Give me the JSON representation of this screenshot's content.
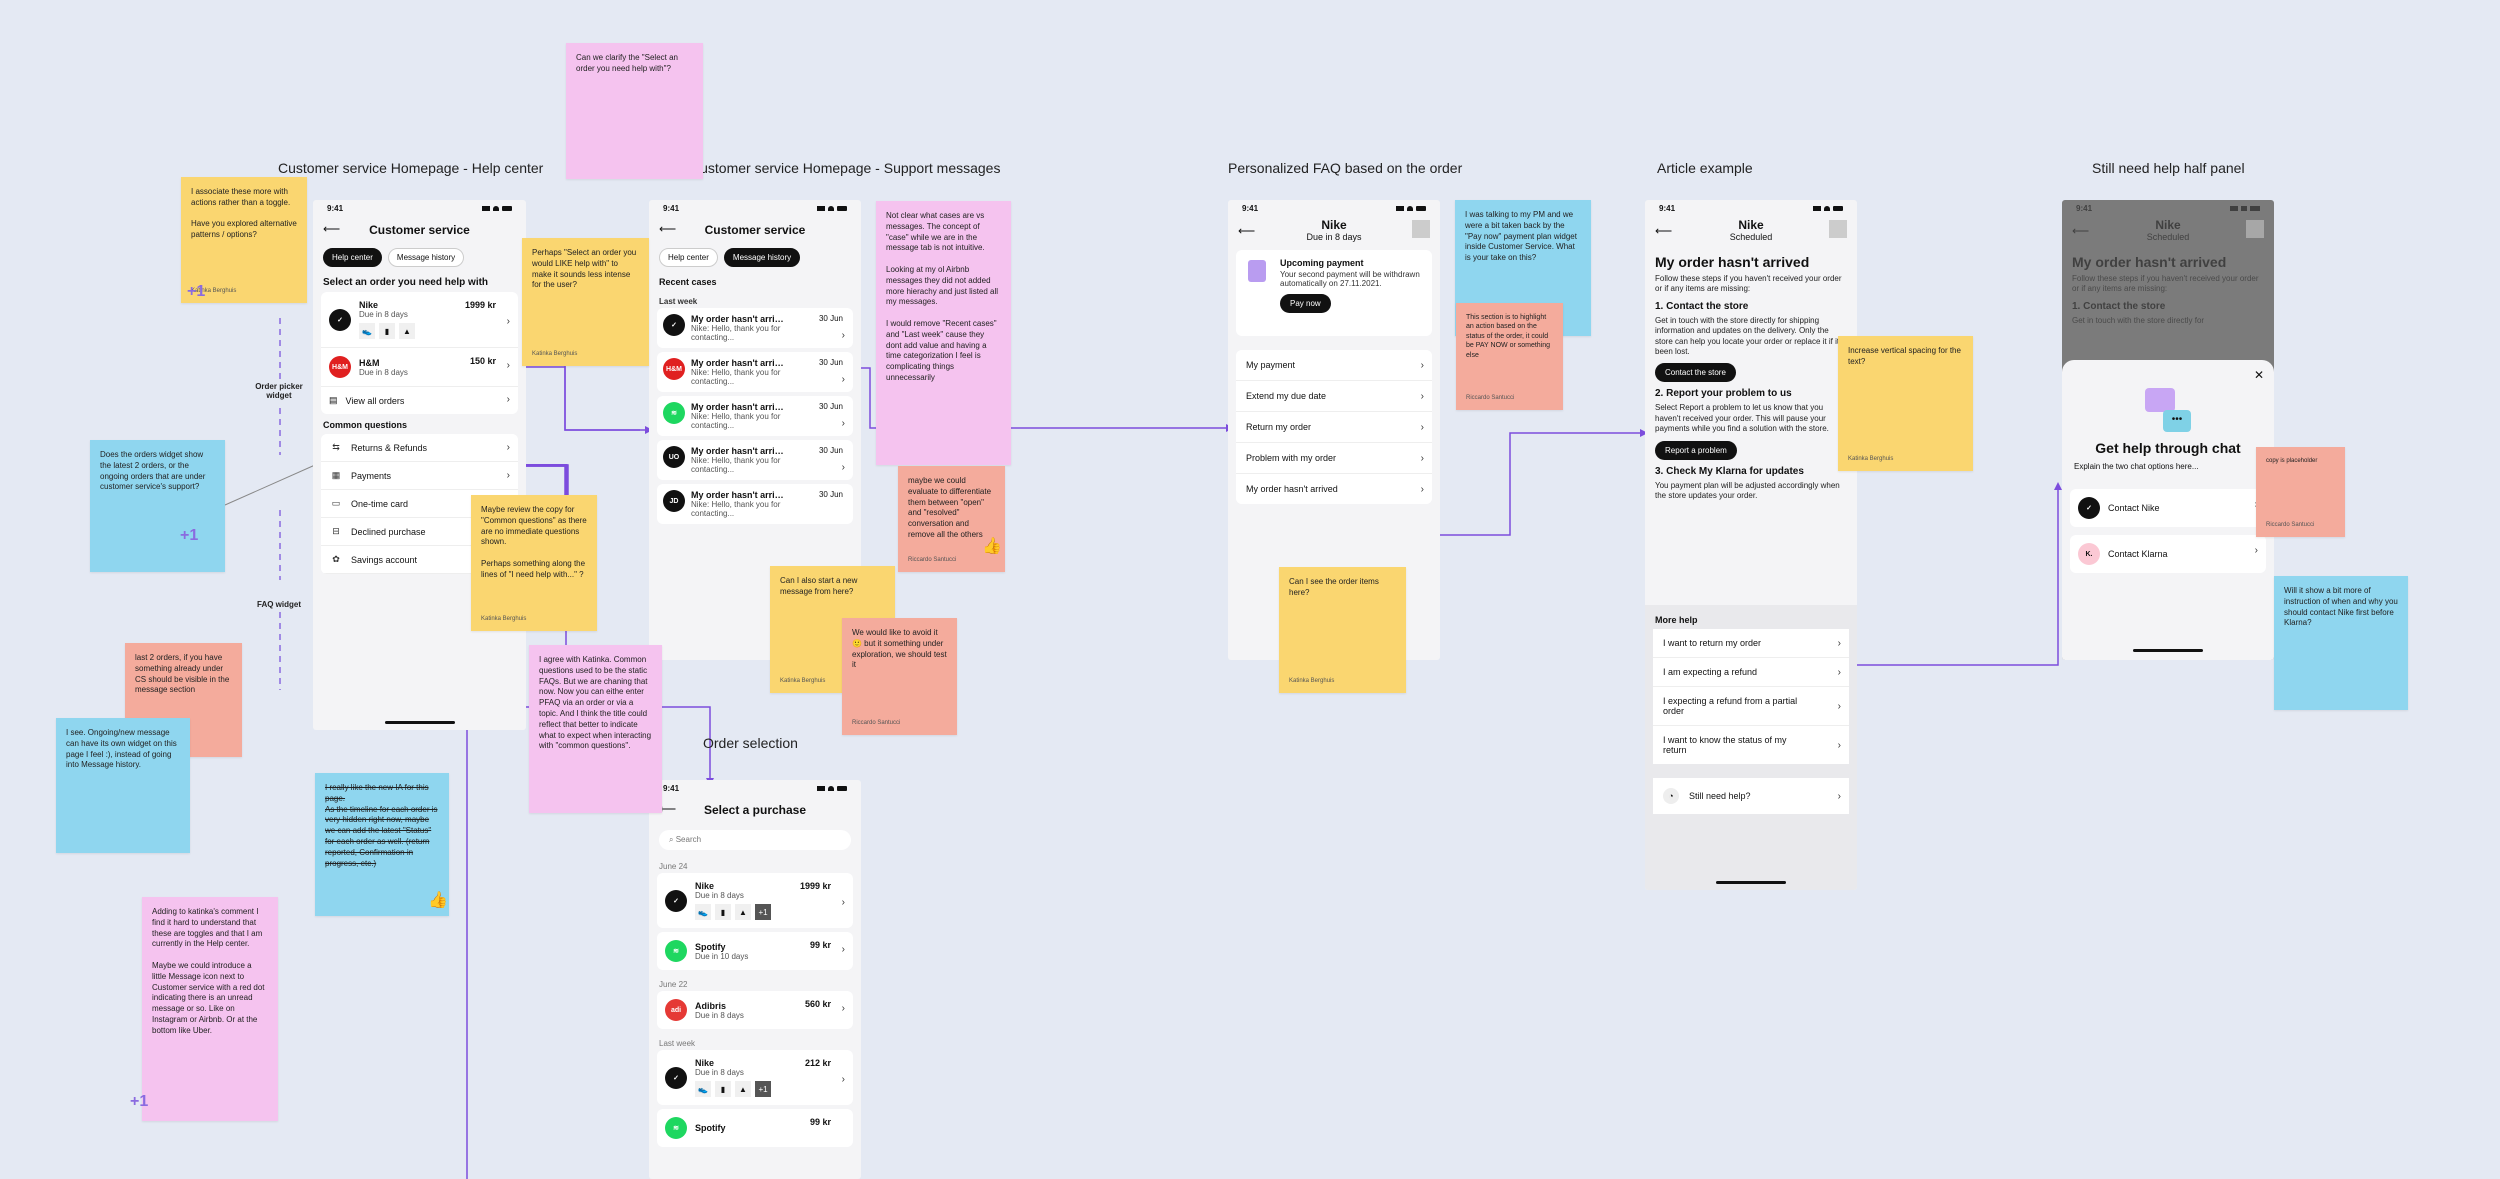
{
  "frames": {
    "helpcenter": "Customer service Homepage - Help center",
    "support": "Customer service Homepage - Support messages",
    "faq": "Personalized FAQ based on the order",
    "article": "Article example",
    "halfpanel": "Still need help half panel",
    "orderselect": "Order selection"
  },
  "status_time": "9:41",
  "p1": {
    "title": "Customer service",
    "tab_help": "Help center",
    "tab_msg": "Message history",
    "select_heading": "Select an order you need help with",
    "orders": [
      {
        "merchant": "Nike",
        "due": "Due in 8 days",
        "amount": "1999 kr"
      },
      {
        "merchant": "H&M",
        "due": "Due in 8 days",
        "amount": "150 kr"
      }
    ],
    "view_all": "View all orders",
    "faq_heading": "Common questions",
    "faq": [
      "Returns & Refunds",
      "Payments",
      "One-time card",
      "Declined purchase",
      "Savings account"
    ]
  },
  "p2": {
    "title": "Customer service",
    "tab_help": "Help center",
    "tab_msg": "Message history",
    "recent": "Recent cases",
    "lastweek": "Last week",
    "cases": [
      {
        "title": "My order hasn't arriv...",
        "date": "30 Jun",
        "snippet": "Nike: Hello, thank you for contacting..."
      },
      {
        "title": "My order hasn't arriv...",
        "date": "30 Jun",
        "snippet": "Nike: Hello, thank you for contacting..."
      },
      {
        "title": "My order hasn't arriv...",
        "date": "30 Jun",
        "snippet": "Nike: Hello, thank you for contacting..."
      },
      {
        "title": "My order hasn't arriv...",
        "date": "30 Jun",
        "snippet": "Nike: Hello, thank you for contacting..."
      },
      {
        "title": "My order hasn't arriv...",
        "date": "30 Jun",
        "snippet": "Nike: Hello, thank you for contacting..."
      }
    ]
  },
  "p3": {
    "merchant": "Nike",
    "due": "Due in 8 days",
    "upcoming_title": "Upcoming payment",
    "upcoming_text": "Your second payment will be withdrawn automatically on 27.11.2021.",
    "pay_now": "Pay now",
    "items": [
      "My payment",
      "Extend my due date",
      "Return my order",
      "Problem with my order",
      "My order hasn't arrived"
    ]
  },
  "p4": {
    "merchant": "Nike",
    "status": "Scheduled",
    "heading": "My order hasn't arrived",
    "intro": "Follow these steps if you haven't received your order or if any items are missing:",
    "step1_title": "1. Contact the store",
    "step1_text": "Get in touch with the store directly for shipping information and updates on the delivery. Only the store can help you locate your order or replace it if it's been lost.",
    "step1_btn": "Contact the store",
    "step2_title": "2. Report your problem to us",
    "step2_text": "Select Report a problem to let us know that you haven't received your order. This will pause your payments while you find a solution with the store.",
    "step2_btn": "Report a problem",
    "step3_title": "3. Check My Klarna for updates",
    "step3_text": "You payment plan will be adjusted accordingly when the store updates your order.",
    "more_help": "More help",
    "more_items": [
      "I want to return my order",
      "I am expecting a refund",
      "I expecting a refund from a partial order",
      "I want to know the status of my return"
    ],
    "still_help": "Still need help?"
  },
  "p5": {
    "merchant": "Nike",
    "status": "Scheduled",
    "heading": "My order hasn't arrived",
    "intro": "Follow these steps if you haven't received your order or if any items are missing:",
    "step1_title": "1. Contact the store",
    "step1_text": "Get in touch with the store directly for",
    "panel_title": "Get help through chat",
    "panel_sub": "Explain the two chat options here...",
    "contact1": "Contact Nike",
    "contact2": "Contact Klarna"
  },
  "p6": {
    "title": "Select a purchase",
    "search": "Search",
    "groups": [
      {
        "date": "June 24",
        "items": [
          {
            "merchant": "Nike",
            "due": "Due in 8 days",
            "amount": "1999 kr"
          },
          {
            "merchant": "Spotify",
            "due": "Due in 10 days",
            "amount": "99 kr"
          }
        ]
      },
      {
        "date": "June 22",
        "items": [
          {
            "merchant": "Adibris",
            "due": "Due in 8 days",
            "amount": "560 kr"
          }
        ]
      },
      {
        "date": "Last week",
        "items": [
          {
            "merchant": "Nike",
            "due": "Due in 8 days",
            "amount": "212 kr"
          },
          {
            "merchant": "Spotify",
            "due": "",
            "amount": "99 kr"
          }
        ]
      }
    ],
    "thumb_more": "+1"
  },
  "labels": {
    "order_picker": "Order picker widget",
    "faq_widget": "FAQ widget"
  },
  "notes": {
    "n1": "I associate these more with actions rather than a toggle.\n\nHave you explored alternative patterns / options?",
    "n1_author": "Katinka Berghuis",
    "n2": "Does the orders widget show the latest 2 orders, or the ongoing orders that are under customer service's support?",
    "n3": "last 2 orders, if you have something already under CS should be visible in the message section",
    "n4": "I see. Ongoing/new message can have its own widget on this page I feel :), instead of going into Message history.",
    "n5": "Adding to katinka's comment I find it hard to understand that these are toggles and that I am currently in the Help center.\n\nMaybe we could introduce a little Message icon next to Customer service with a red dot indicating there is an unread message or so.  Like on Instagram or Airbnb.  Or at the bottom like Uber.",
    "n6": "Can we clarify the \"Select an order you need help with\"?",
    "n7": "Perhaps \"Select an order you would LIKE help with\" to make it sounds less intense for the user?",
    "n7_author": "Katinka Berghuis",
    "n8": "Maybe review the copy for \"Common questions\" as there are no immediate questions shown.\n\nPerhaps something along the lines of \"I need help with...\" ?",
    "n8_author": "Katinka Berghuis",
    "n9": "I really like the new IA for this page.\nAs the timeline for each order is very hidden right now, maybe we can add the latest \"Status\" for each order as well. (return reported, Confirmation in progress, etc.)",
    "n10": "I agree with Katinka. Common questions used to be the static FAQs. But we are chaning that now. Now you can eithe enter PFAQ via an order or via a topic. And I think the title could reflect that better to indicate what to expect when interacting with \"common questions\".",
    "n11": "Not clear what cases are vs messages. The concept of \"case\" while we are in the message tab is not intuitive.\n\nLooking at my ol Airbnb messages they did not added more hierachy and just listed all my messages.\n\nI would remove \"Recent cases\" and \"Last week\" cause they dont add value and having a time categorization I feel is complicating things unnecessarily",
    "n12": "maybe we could evaluate to differentiate them between \"open\" and \"resolved\" conversation and remove all the others",
    "n12_author": "Riccardo Santucci",
    "n13": "Can I also start a new message from here?",
    "n13_author": "Katinka Berghuis",
    "n14": "We would like to avoid it 🙂 but it something under exploration, we should test it",
    "n14_author": "Riccardo Santucci",
    "n15": "I was talking to my PM and we were a bit taken back by the \"Pay now\" payment plan widget inside Customer Service. What is your take on this?",
    "n16": "This section is to highlight an action based on the status of the order, it could be PAY NOW or something else",
    "n16_author": "Riccardo Santucci",
    "n17": "Can I see the order items here?",
    "n17_author": "Katinka Berghuis",
    "n18": "Increase vertical spacing for the text?",
    "n18_author": "Katinka Berghuis",
    "n19": "copy is placeholder",
    "n19_author": "Riccardo Santucci",
    "n20": "Will it show a bit more of instruction of when and why you should contact Nike first before Klarna?"
  },
  "colors": {
    "canvas": "#e4e9f3",
    "yellow": "#fad670",
    "blue": "#8fd6ef",
    "pink": "#f5c3ef",
    "salmon": "#f4ab9c",
    "connector": "#7c4ddd"
  }
}
